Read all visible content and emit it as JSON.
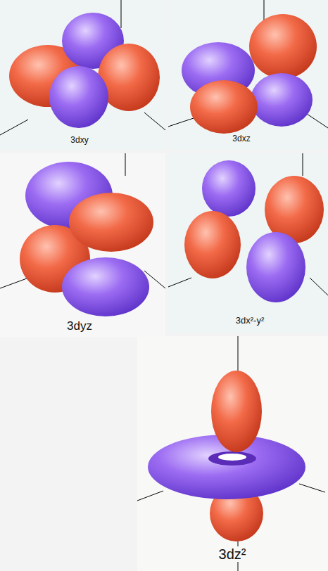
{
  "diagram": {
    "labels": [
      "3dxy",
      "3dxz",
      "3dyz",
      "3dx²-y²",
      "3dz²"
    ]
  }
}
